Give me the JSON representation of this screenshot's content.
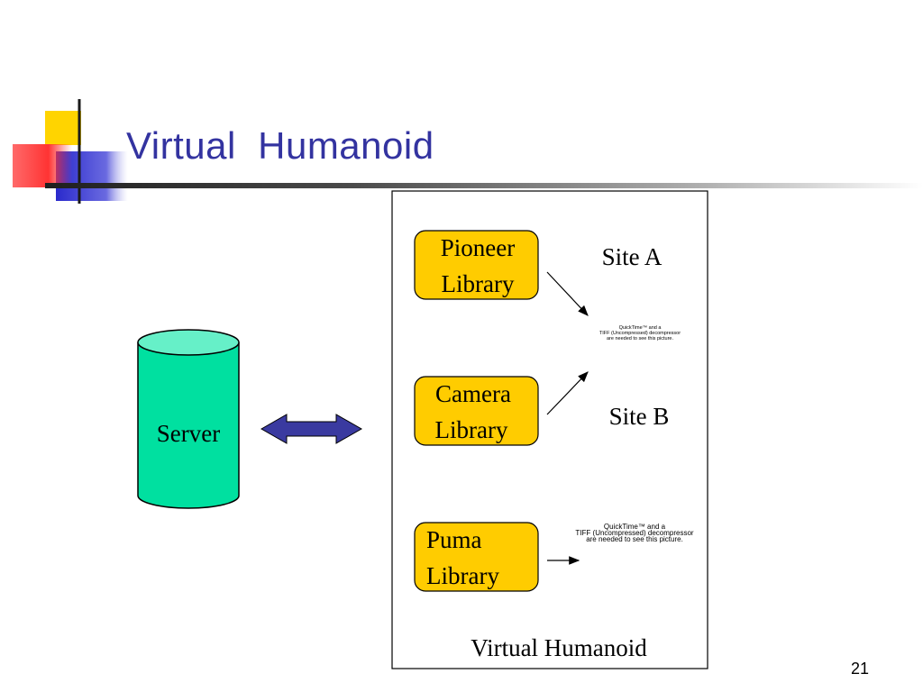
{
  "slide": {
    "title": "Virtual  Humanoid",
    "page_number": "21"
  },
  "diagram": {
    "server_label": "Server",
    "libraries": [
      {
        "line1": "Pioneer",
        "line2": "Library"
      },
      {
        "line1": "Camera",
        "line2": "Library"
      },
      {
        "line1": "Puma",
        "line2": "Library"
      }
    ],
    "sites": [
      "Site A",
      "Site B"
    ],
    "quicktime_notes": [
      {
        "line1": "QuickTime™ and a",
        "line2": "TIFF (Uncompressed) decompressor",
        "line3": "are needed to see this picture."
      },
      {
        "line1": "QuickTime™ and a",
        "line2": "TIFF (Uncompressed) decompressor",
        "line3": "are needed to see this picture."
      }
    ],
    "container_label": "Virtual Humanoid"
  },
  "colors": {
    "title": "#3333a0",
    "cylinder_fill": "#00e0a0",
    "cylinder_top": "#66f0c8",
    "library_fill": "#ffcc00",
    "arrow_fill": "#3a3aa0",
    "logo_yellow": "#ffd400",
    "logo_blue": "#3333cc",
    "logo_red": "#ff3333"
  }
}
